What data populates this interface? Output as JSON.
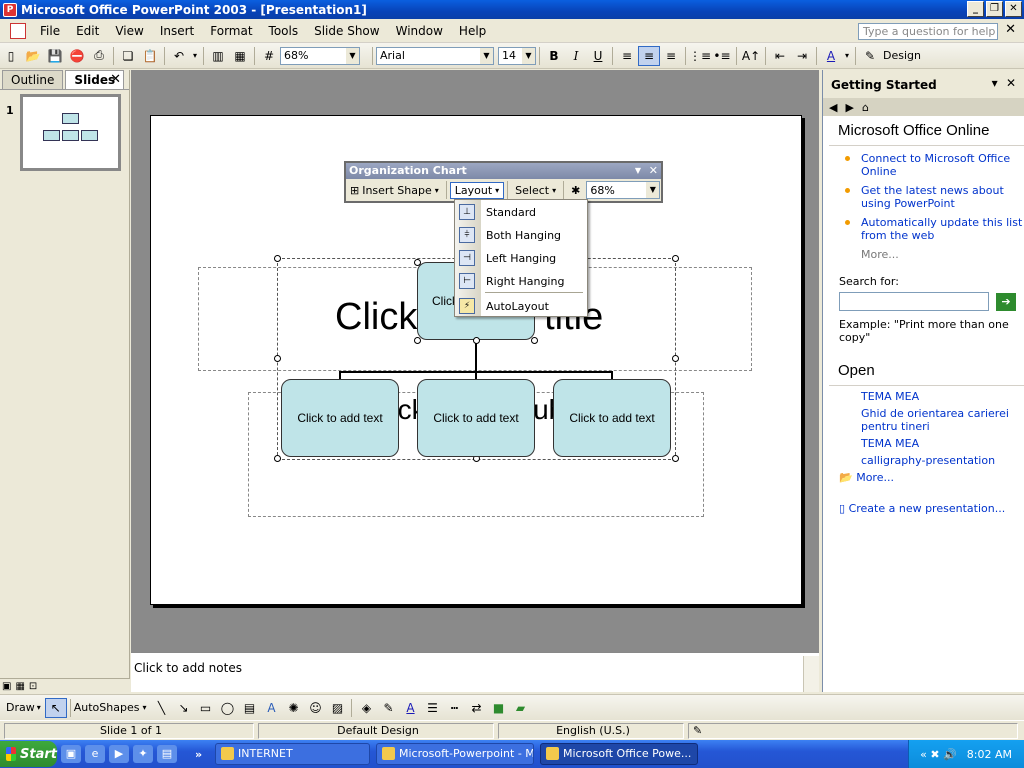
{
  "window": {
    "title": "Microsoft Office PowerPoint 2003 - [Presentation1]"
  },
  "menu": {
    "items": [
      "File",
      "Edit",
      "View",
      "Insert",
      "Format",
      "Tools",
      "Slide Show",
      "Window",
      "Help"
    ],
    "help_placeholder": "Type a question for help"
  },
  "toolbar": {
    "zoom": "68%",
    "font": "Arial",
    "size": "14",
    "bold": "B",
    "italic": "I",
    "underline": "U",
    "design": "Design"
  },
  "left_pane": {
    "tab_outline": "Outline",
    "tab_slides": "Slides",
    "slide_number": "1"
  },
  "slide": {
    "title": "Click to add title",
    "subtitle": "Click to add subtitle",
    "box_text": "Click to add text",
    "top_box_text": "Click"
  },
  "org_toolbar": {
    "title": "Organization Chart",
    "insert_shape": "Insert Shape",
    "layout": "Layout",
    "select": "Select",
    "zoom": "68%"
  },
  "layout_menu": {
    "items": [
      "Standard",
      "Both Hanging",
      "Left Hanging",
      "Right Hanging",
      "AutoLayout"
    ]
  },
  "notes": {
    "placeholder": "Click to add notes"
  },
  "task_pane": {
    "title": "Getting Started",
    "online_heading": "Microsoft Office Online",
    "links": [
      "Connect to Microsoft Office Online",
      "Get the latest news about using PowerPoint",
      "Automatically update this list from the web"
    ],
    "more": "More...",
    "search_label": "Search for:",
    "example": "Example:  \"Print more than one copy\"",
    "open_heading": "Open",
    "recent": [
      "TEMA MEA",
      "Ghid de orientarea carierei pentru tineri",
      "TEMA MEA",
      "calligraphy-presentation"
    ],
    "open_more": "More...",
    "create": "Create a new presentation..."
  },
  "draw_toolbar": {
    "draw": "Draw",
    "autoshapes": "AutoShapes"
  },
  "status": {
    "slide": "Slide 1 of 1",
    "design": "Default Design",
    "language": "English (U.S.)"
  },
  "taskbar": {
    "start": "Start",
    "tasks": [
      "INTERNET",
      "Microsoft-Powerpoint - M...",
      "Microsoft Office Powe..."
    ],
    "clock": "8:02 AM"
  }
}
